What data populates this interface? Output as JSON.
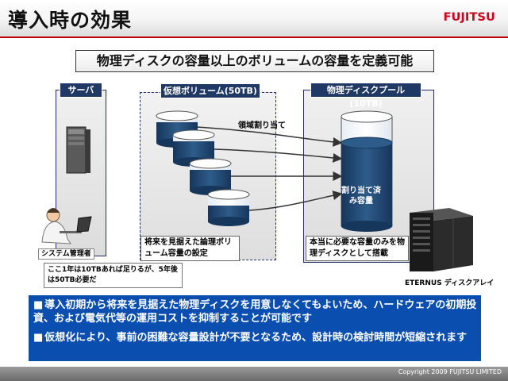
{
  "header": {
    "title": "導入時の効果",
    "logo_text": "FUJITSU"
  },
  "subtitle": "物理ディスクの容量以上のボリュームの容量を定義可能",
  "panels": {
    "server": {
      "title": "サーバ"
    },
    "volume": {
      "title": "仮想ボリューム(50TB)",
      "caption": "将来を見据えた論理ボリューム容量の設定"
    },
    "pool": {
      "title": "物理ディスクプール(10TB)",
      "caption": "本当に必要な容量のみを物理ディスクとして搭載",
      "cylinder_label": "割り当て済み容量"
    }
  },
  "labels": {
    "assignment": "領域割り当て",
    "admin": "システム管理者",
    "admin_note": "ここ1年は10TBあれば足りるが、5年後は50TB必要だ",
    "storage": "ETERNUS ディスクアレイ"
  },
  "summary": {
    "items": [
      "導入初期から将来を見据えた物理ディスクを用意しなくてもよいため、ハードウェアの初期投資、および電気代等の運用コストを抑制することが可能です",
      "仮想化により、事前の困難な容量設計が不要となるため、設計時の検討時間が短縮されます"
    ],
    "bullet": "■"
  },
  "footer": {
    "copyright": "Copyright 2009 FUJITSU LIMITED"
  },
  "colors": {
    "accent_red": "#c00000",
    "navy": "#1f3864",
    "summary_blue": "#0a4fb0",
    "disk_blue": "#1f4e79"
  }
}
